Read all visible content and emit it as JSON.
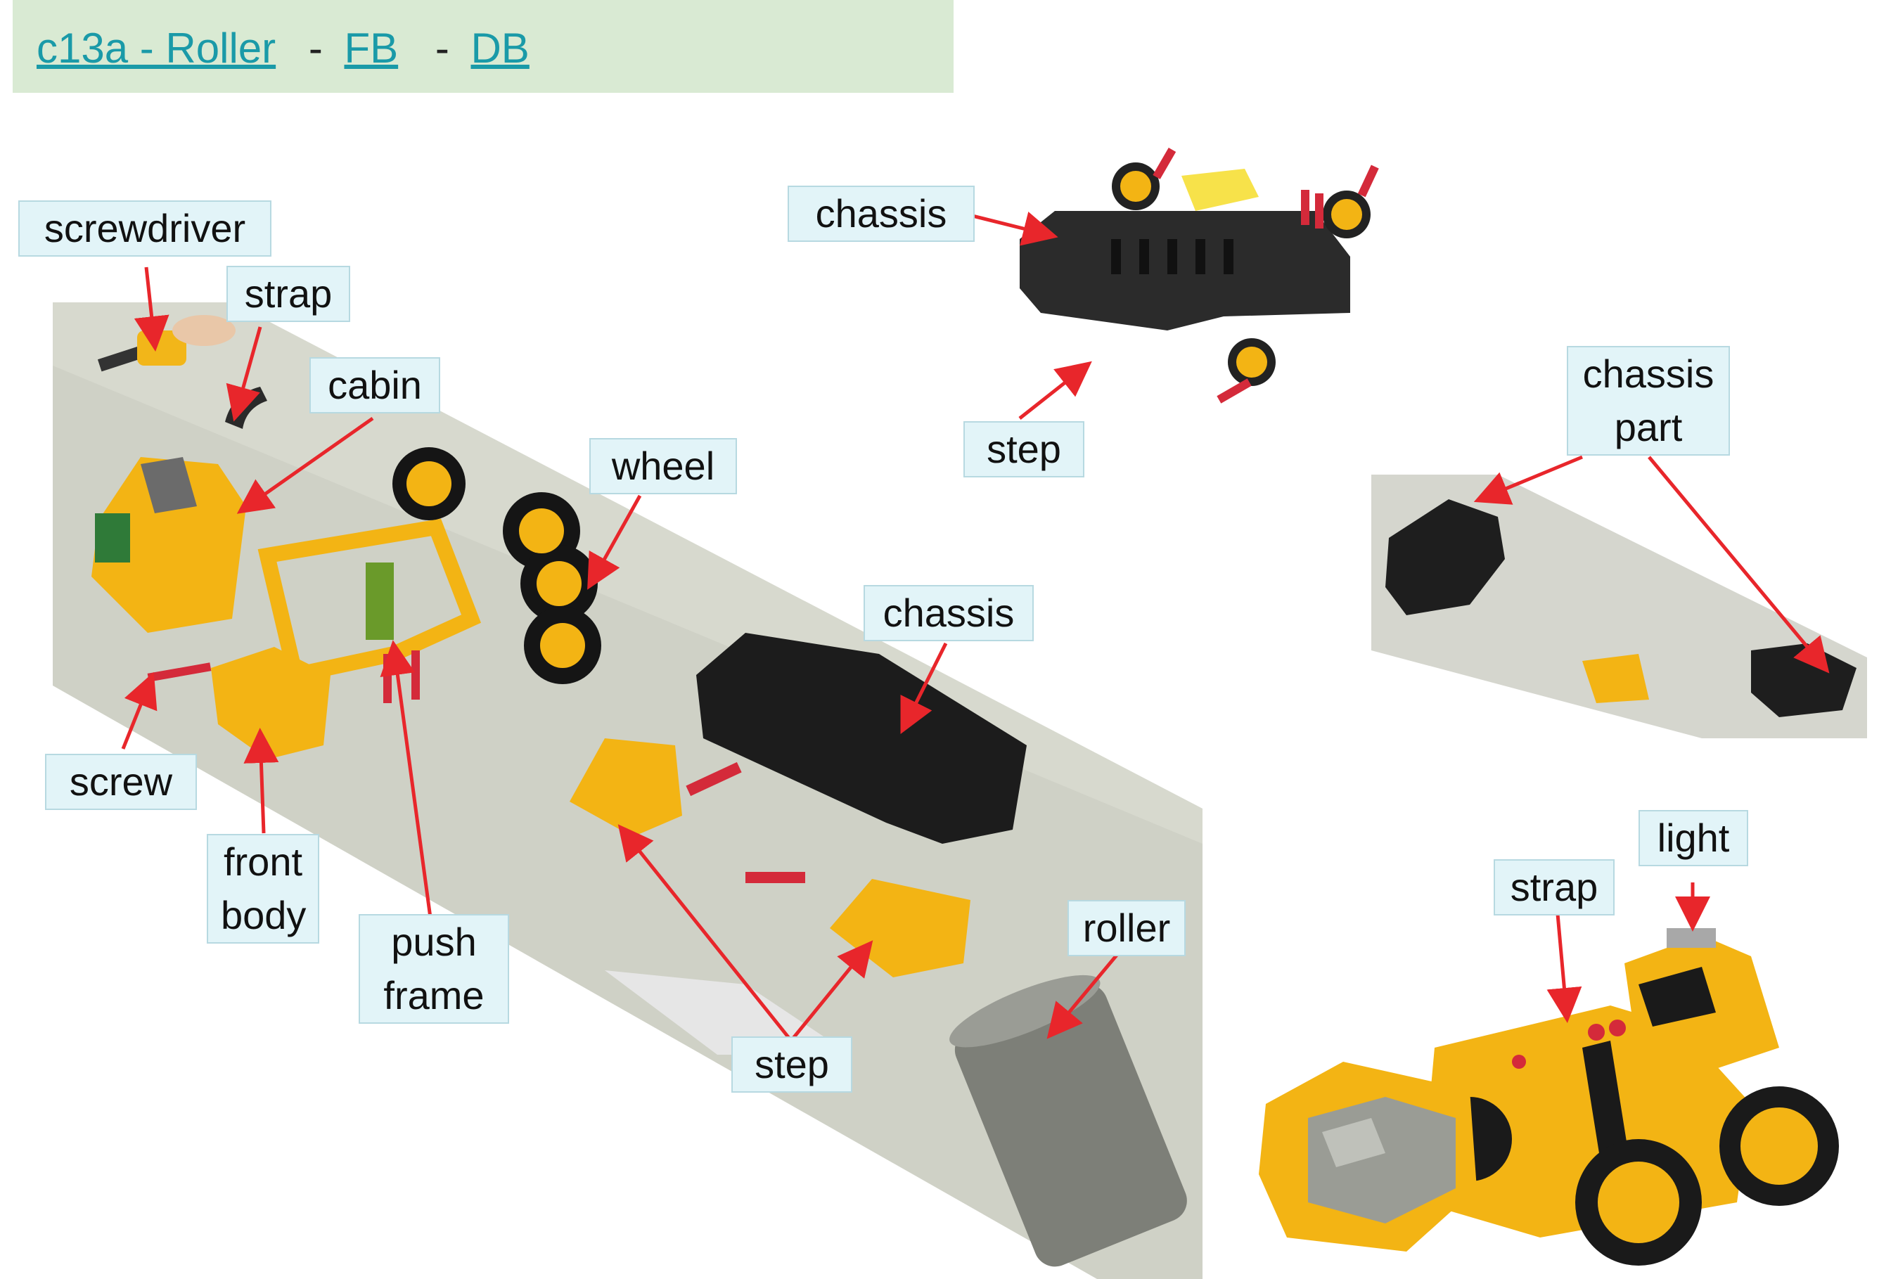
{
  "header": {
    "title_link": "c13a - Roller",
    "sep1": "-",
    "fb_link": "FB",
    "sep2": "-",
    "db_link": "DB"
  },
  "labels": {
    "screwdriver": "screwdriver",
    "strap_main": "strap",
    "cabin": "cabin",
    "wheel": "wheel",
    "chassis_main": "chassis",
    "screw": "screw",
    "front_body_1": "front",
    "front_body_2": "body",
    "push_frame_1": "push",
    "push_frame_2": "frame",
    "step_main": "step",
    "roller": "roller",
    "chassis_diagram": "chassis",
    "step_diagram": "step",
    "chassis_part_1": "chassis",
    "chassis_part_2": "part",
    "strap_product": "strap",
    "light": "light"
  },
  "colors": {
    "header_bg": "#d9ead3",
    "link": "#1a9aa8",
    "label_bg": "#e2f4f8",
    "arrow": "#e8262b",
    "toy_yellow": "#f5c518",
    "chassis_black": "#1c1c1c"
  }
}
